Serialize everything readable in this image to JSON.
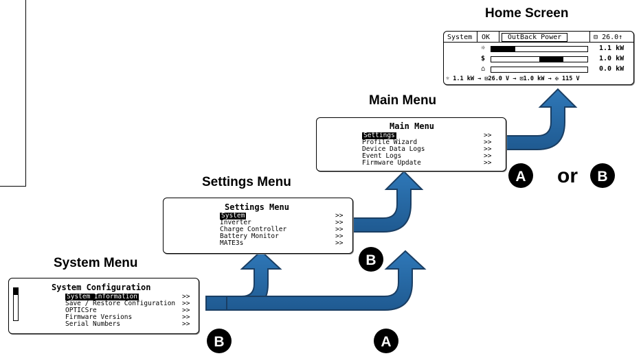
{
  "headings": {
    "home": "Home Screen",
    "main": "Main Menu",
    "settings": "Settings Menu",
    "system": "System Menu"
  },
  "home_screen": {
    "tab_system": "System",
    "tab_ok": "OK",
    "tab_brand": "OutBack Power",
    "battery_voltage": "26.0",
    "rows": [
      {
        "icon": "☼",
        "value": "1.1 kW",
        "fill": 0.25
      },
      {
        "icon": "$",
        "value": "1.0 kW",
        "fill": 0.25
      },
      {
        "icon": "⌂",
        "value": "0.0 kW",
        "fill": 0.0
      }
    ],
    "footer": [
      "☼ 1.1 kW",
      "26.0 V",
      "1.0 kW",
      "115 V"
    ]
  },
  "main_menu": {
    "title": "Main Menu",
    "items": [
      {
        "label": "Settings",
        "arrow": ">>",
        "selected": true
      },
      {
        "label": "Profile Wizard",
        "arrow": ">>"
      },
      {
        "label": "Device Data Logs",
        "arrow": ">>"
      },
      {
        "label": "Event Logs",
        "arrow": ">>"
      },
      {
        "label": "Firmware Update",
        "arrow": ">>"
      }
    ]
  },
  "settings_menu": {
    "title": "Settings Menu",
    "items": [
      {
        "label": "System",
        "arrow": ">>",
        "selected": true
      },
      {
        "label": "Inverter",
        "arrow": ">>"
      },
      {
        "label": "Charge Controller",
        "arrow": ">>"
      },
      {
        "label": "Battery Monitor",
        "arrow": ">>"
      },
      {
        "label": "MATE3s",
        "arrow": ">>"
      }
    ]
  },
  "system_menu": {
    "title": "System Configuration",
    "items": [
      {
        "label": "System Information",
        "arrow": ">>",
        "selected": true
      },
      {
        "label": "Save / Restore Configuration",
        "arrow": ">>"
      },
      {
        "label": "OPTICSre",
        "arrow": ">>"
      },
      {
        "label": "Firmware Versions",
        "arrow": ">>"
      },
      {
        "label": "Serial Numbers",
        "arrow": ">>"
      }
    ]
  },
  "badges": {
    "a": "A",
    "b": "B",
    "or": "or"
  },
  "colors": {
    "arrow_fill": "#2a6aa6",
    "arrow_stroke": "#1a3e63",
    "badge": "#000000"
  }
}
